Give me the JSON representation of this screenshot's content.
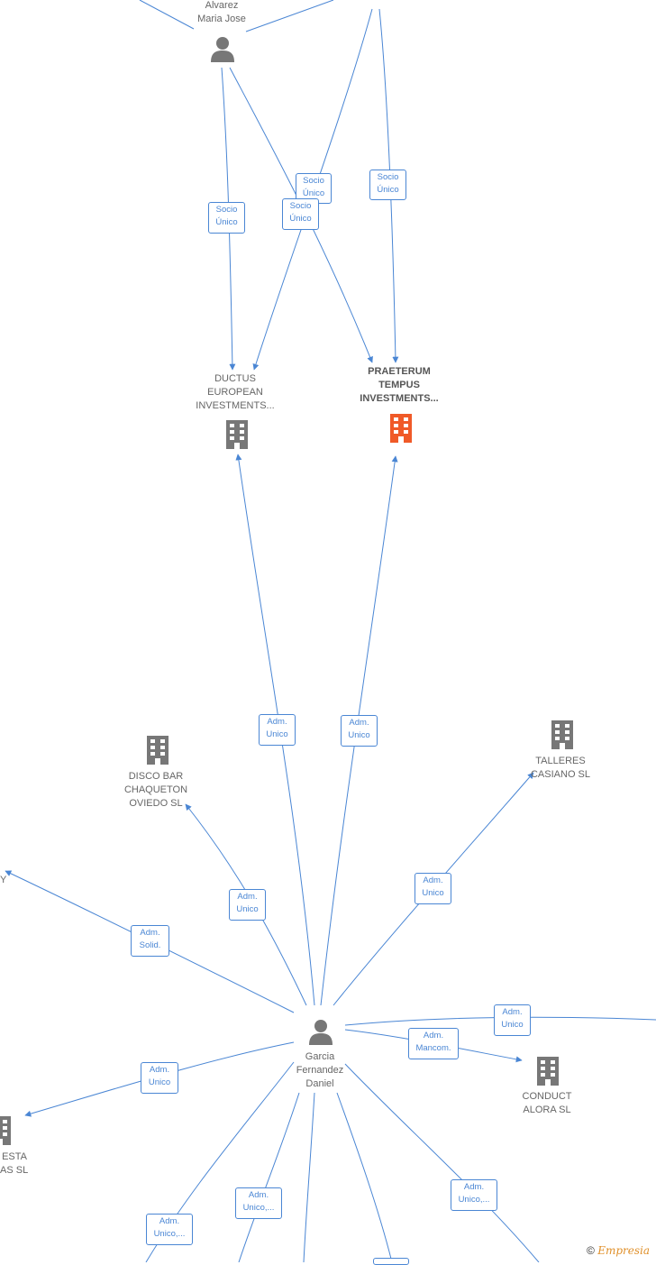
{
  "colors": {
    "edge": "#4a86d4",
    "company": "#777777",
    "company_highlight": "#f05a28",
    "person": "#777777"
  },
  "persons": [
    {
      "id": "alvarez",
      "lines": [
        "Alvarez",
        "Maria Jose"
      ]
    },
    {
      "id": "garcia",
      "lines": [
        "Garcia",
        "Fernandez",
        "Daniel"
      ]
    }
  ],
  "companies": [
    {
      "id": "ductus",
      "lines": [
        "DUCTUS",
        "EUROPEAN",
        "INVESTMENTS..."
      ],
      "highlight": false
    },
    {
      "id": "praeterum",
      "lines": [
        "PRAETERUM",
        "TEMPUS",
        "INVESTMENTS..."
      ],
      "highlight": true
    },
    {
      "id": "disco",
      "lines": [
        "DISCO BAR",
        "CHAQUETON",
        "OVIEDO  SL"
      ],
      "highlight": false
    },
    {
      "id": "talleres",
      "lines": [
        "TALLERES",
        "CASIANO SL"
      ],
      "highlight": false
    },
    {
      "id": "conduct",
      "lines": [
        "CONDUCT",
        "ALORA  SL"
      ],
      "highlight": false
    },
    {
      "id": "left-cut",
      "lines": [
        "ESTA",
        "AS  SL"
      ],
      "highlight": false
    },
    {
      "id": "left-cut-2",
      "lines": [
        "Y"
      ],
      "highlight": false
    },
    {
      "id": "top-cut",
      "lines": [],
      "highlight": false
    }
  ],
  "relations": [
    {
      "id": "r1",
      "lines": [
        "Socio",
        "Único"
      ]
    },
    {
      "id": "r2",
      "lines": [
        "Socio",
        "Único"
      ]
    },
    {
      "id": "r3",
      "lines": [
        "Socio",
        "Único"
      ]
    },
    {
      "id": "r4",
      "lines": [
        "Socio",
        "Único"
      ]
    },
    {
      "id": "r5",
      "lines": [
        "Adm.",
        "Unico"
      ]
    },
    {
      "id": "r6",
      "lines": [
        "Adm.",
        "Unico"
      ]
    },
    {
      "id": "r7",
      "lines": [
        "Adm.",
        "Unico"
      ]
    },
    {
      "id": "r8",
      "lines": [
        "Adm.",
        "Unico"
      ]
    },
    {
      "id": "r9",
      "lines": [
        "Adm.",
        "Solid."
      ]
    },
    {
      "id": "r10",
      "lines": [
        "Adm.",
        "Unico"
      ]
    },
    {
      "id": "r11",
      "lines": [
        "Adm.",
        "Mancom."
      ]
    },
    {
      "id": "r12",
      "lines": [
        "Adm.",
        "Unico"
      ]
    },
    {
      "id": "r13",
      "lines": [
        "Adm.",
        "Unico,..."
      ]
    },
    {
      "id": "r14",
      "lines": [
        "Adm.",
        "Unico,..."
      ]
    },
    {
      "id": "r15",
      "lines": [
        "Adm.",
        "Unico,..."
      ]
    }
  ],
  "footer": {
    "copyright": "©",
    "brand": "Empresia"
  }
}
